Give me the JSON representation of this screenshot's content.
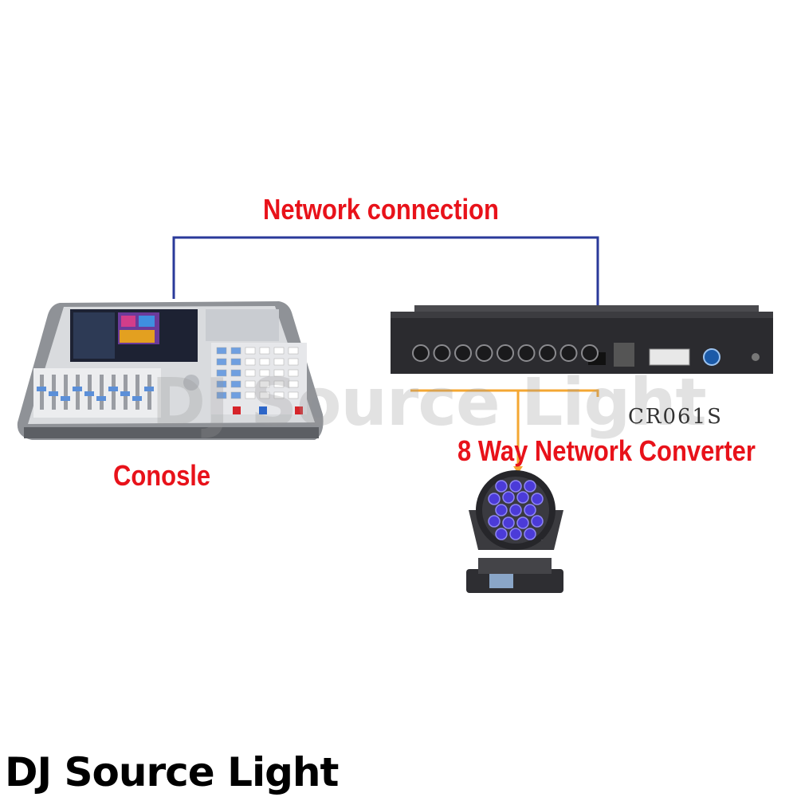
{
  "labels": {
    "network_connection": "Network connection",
    "console": "Conosle",
    "converter": "8 Way Network Converter",
    "model": "CR061S"
  },
  "watermark": "DJ Source Light",
  "brand": "DJ Source Light",
  "colors": {
    "label_red": "#e8121a",
    "network_cable": "#2a3a9a",
    "dmx_cable": "#f4a733",
    "console_body": "#cfd1d5",
    "converter_body": "#2b2b2f",
    "fixture_led": "#4b3bd8"
  },
  "icons": [
    "lighting-console-icon",
    "network-converter-icon",
    "moving-head-light-icon"
  ]
}
